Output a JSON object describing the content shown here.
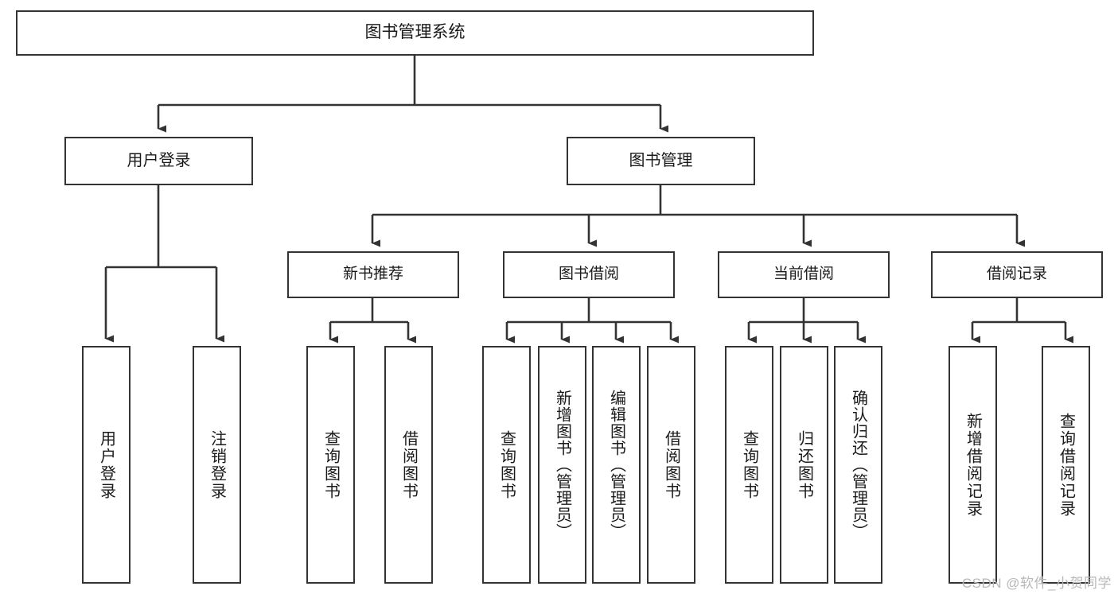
{
  "diagram": {
    "title": "图书管理系统",
    "type": "functional-structure-tree",
    "style": {
      "box_border": "#333333",
      "box_fill": "#ffffff",
      "line": "#333333",
      "background": "#ffffff",
      "watermark_color": "#b8b8b8"
    },
    "root": {
      "id": "root",
      "label": "图书管理系统"
    },
    "level2": [
      {
        "id": "user-login",
        "label": "用户登录"
      },
      {
        "id": "book-management",
        "label": "图书管理"
      }
    ],
    "level3": [
      {
        "id": "new-book-recommend",
        "label": "新书推荐",
        "parent": "book-management"
      },
      {
        "id": "book-borrow",
        "label": "图书借阅",
        "parent": "book-management"
      },
      {
        "id": "current-borrow",
        "label": "当前借阅",
        "parent": "book-management"
      },
      {
        "id": "borrow-record",
        "label": "借阅记录",
        "parent": "book-management"
      }
    ],
    "leaves": {
      "user-login": [
        {
          "id": "leaf-user-login",
          "label": "用户登录"
        },
        {
          "id": "leaf-user-logout",
          "label": "注销登录"
        }
      ],
      "new-book-recommend": [
        {
          "id": "leaf-query-book-1",
          "label": "查询图书"
        },
        {
          "id": "leaf-borrow-book-1",
          "label": "借阅图书"
        }
      ],
      "book-borrow": [
        {
          "id": "leaf-query-book-2",
          "label": "查询图书"
        },
        {
          "id": "leaf-add-book",
          "label": "新增图书（管理员）"
        },
        {
          "id": "leaf-edit-book",
          "label": "编辑图书（管理员）"
        },
        {
          "id": "leaf-borrow-book-2",
          "label": "借阅图书"
        }
      ],
      "current-borrow": [
        {
          "id": "leaf-query-book-3",
          "label": "查询图书"
        },
        {
          "id": "leaf-return-book",
          "label": "归还图书"
        },
        {
          "id": "leaf-confirm-return",
          "label": "确认归还（管理员）"
        }
      ],
      "borrow-record": [
        {
          "id": "leaf-add-record",
          "label": "新增借阅记录"
        },
        {
          "id": "leaf-query-record",
          "label": "查询借阅记录"
        }
      ]
    }
  },
  "watermark": {
    "text": "CSDN @软件_小贺同学"
  }
}
